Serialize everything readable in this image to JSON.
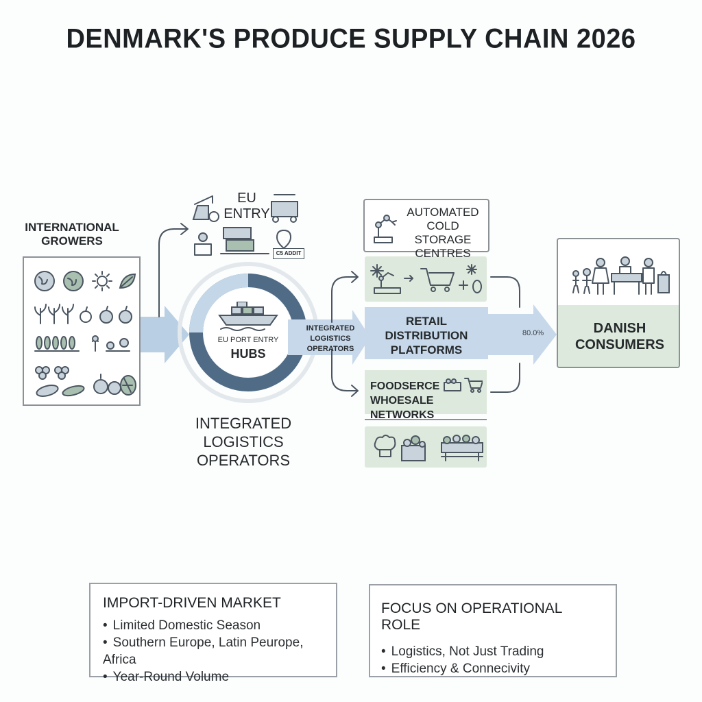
{
  "title": "DENMARK'S PRODUCE SUPPLY CHAIN 2026",
  "growers": {
    "label_line1": "INTERNATIONAL",
    "label_line2": "GROWERS"
  },
  "eu_entry": {
    "label_line1": "EU",
    "label_line2": "ENTRY",
    "customs_tag": "C5 ADDIT"
  },
  "hub": {
    "caption": "EU PORT ENTRY",
    "label": "HUBS"
  },
  "logistics_arrow": {
    "line1": "INTEGRATED",
    "line2": "LOGISTICS OPERATORS"
  },
  "logistics_below": {
    "line1": "INTEGRATED",
    "line2": "LOGISTICS",
    "line3": "OPERATORS"
  },
  "cold_storage": {
    "line1": "AUTOMATED",
    "line2": "COLD STORAGE",
    "line3": "CENTRES"
  },
  "retail": {
    "line1": "RETAIL",
    "line2": "DISTRIBUTION",
    "line3": "PLATFORMS"
  },
  "foodservice": {
    "line1": "FOODSERCE",
    "line2": "WHOESALE NETWORKS"
  },
  "share_label": "80.0%",
  "consumers": {
    "line1": "DANISH",
    "line2": "CONSUMERS"
  },
  "import_box": {
    "heading": "IMPORT-DRIVEN MARKET",
    "items": [
      "Limited Domestic Season",
      "Southern Europe, Latin Peurope, Africa",
      "Year-Round Volume"
    ]
  },
  "focus_box": {
    "heading": "FOCUS ON OPERATIONAL ROLE",
    "items": [
      "Logistics, Not Just Trading",
      "Efficiency & Connecivity"
    ]
  },
  "colors": {
    "flow_arrow": "#b9cfe3",
    "ring_dark": "#4f6b86",
    "ring_light": "#c4d7e8",
    "green_panel": "#dde9dc",
    "blue_panel": "#c7d8ea"
  }
}
